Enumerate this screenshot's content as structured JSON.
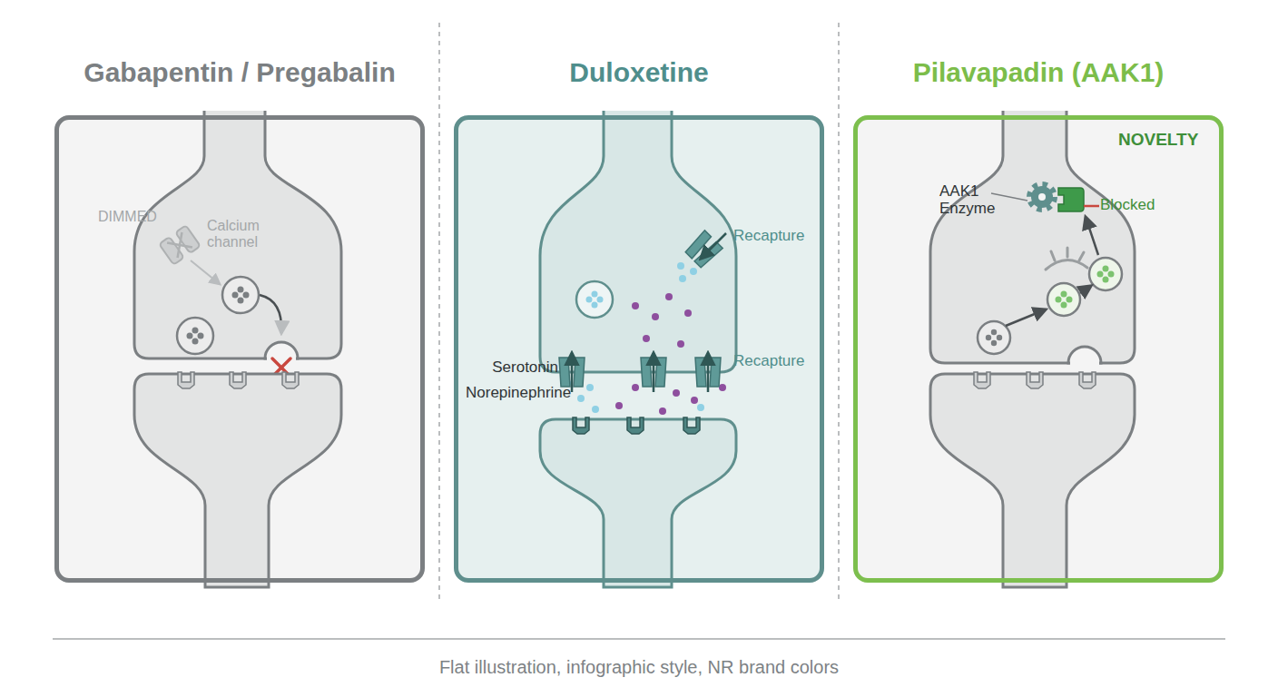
{
  "diagram": {
    "caption": "Flat illustration, infographic style, NR brand colors",
    "nodes": [
      {
        "text": [
          "Gabapentin / Pregabalin",
          "DIMMED",
          "Calcium channel"
        ]
      },
      {
        "text": [
          "Duloxetine",
          "Recapture",
          "Recapture",
          "Serotonin",
          "Norepinephrine"
        ]
      },
      {
        "text": [
          "Pilavapadin (AAK1)",
          "NOVELTY",
          "AAK1 Enzyme",
          "Blocked"
        ]
      }
    ]
  }
}
